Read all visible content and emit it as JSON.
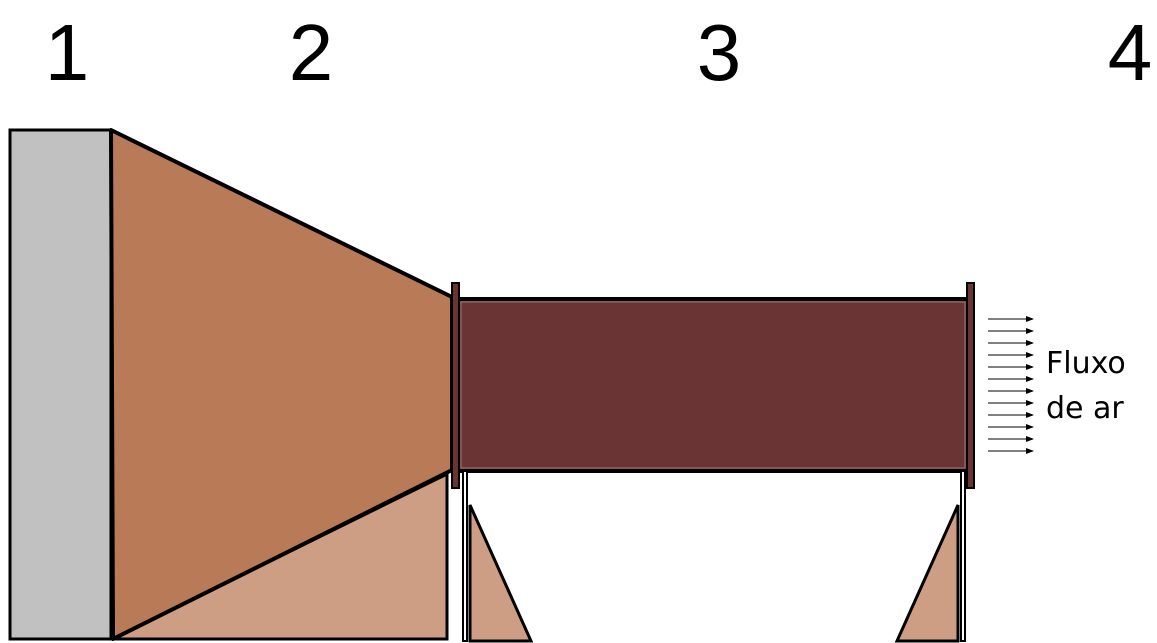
{
  "labels": {
    "section_1": "1",
    "section_2": "2",
    "section_3": "3",
    "section_4": "4",
    "flow_line1": "Fluxo",
    "flow_line2": "de ar"
  },
  "colors": {
    "inlet": "#c1c1c1",
    "contraction": "#b97a57",
    "support": "#cd9e84",
    "test_section": "#6a3334",
    "outline": "#000000"
  }
}
